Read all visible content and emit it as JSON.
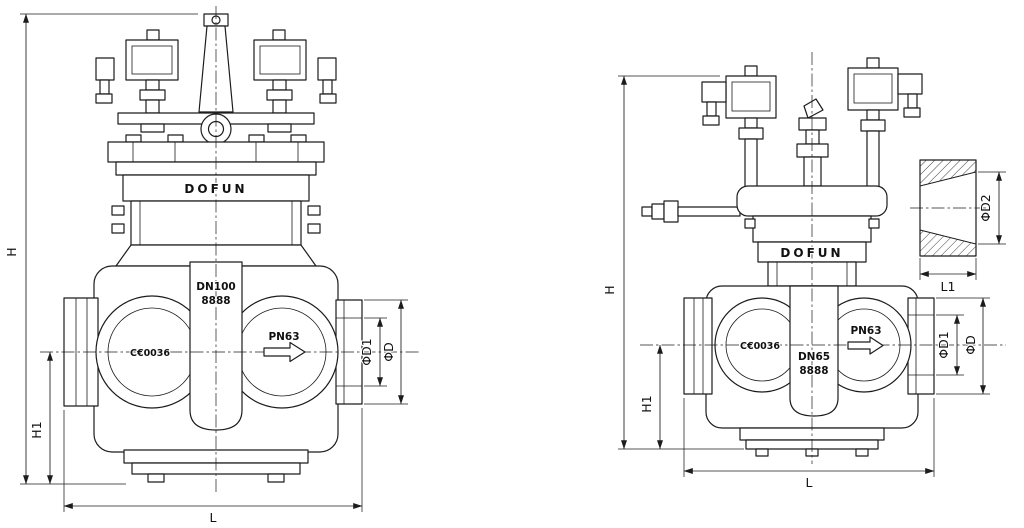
{
  "drawing": {
    "background": "#ffffff",
    "line_color": "#1c1c1c",
    "views": {
      "left": {
        "brand": "DOFUN",
        "size": "DN100",
        "code": "8888",
        "ce": "C€0036",
        "pn": "PN63",
        "dims": {
          "h": "H",
          "h1": "H1",
          "l": "L",
          "d1": "ΦD1",
          "d": "ΦD"
        }
      },
      "right": {
        "brand": "DOFUN",
        "size": "DN65",
        "code": "8888",
        "ce": "C€0036",
        "pn": "PN63",
        "dims": {
          "h": "H",
          "h1": "H1",
          "l": "L",
          "d1": "ΦD1",
          "d": "ΦD",
          "d2": "ΦD2",
          "l1": "L1"
        }
      }
    }
  }
}
